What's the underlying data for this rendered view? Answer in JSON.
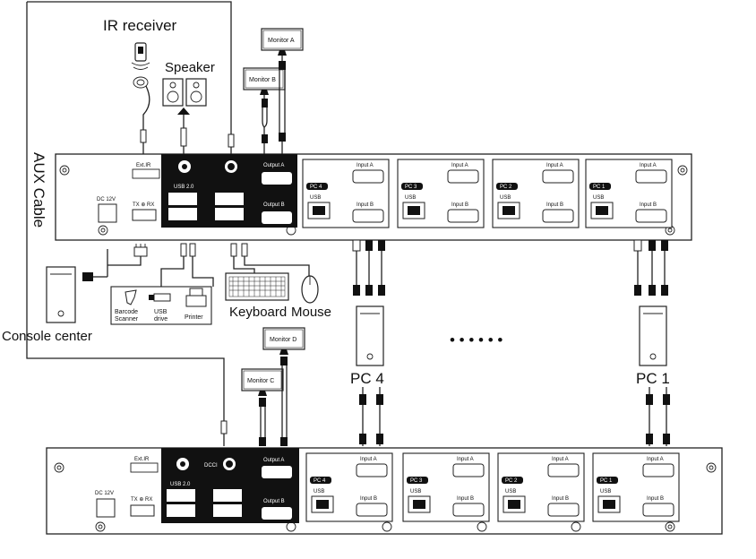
{
  "colors": {
    "line": "#222222",
    "black_block": "#111111",
    "background": "#ffffff"
  },
  "labels": {
    "ir_receiver": "IR receiver",
    "speaker": "Speaker",
    "aux_cable": "AUX Cable",
    "console_center": "Console center",
    "barcode_scanner_1": "Barcode",
    "barcode_scanner_2": "Scanner",
    "usb_drive_1": "USB",
    "usb_drive_2": "drive",
    "printer": "Printer",
    "keyboard": "Keyboard",
    "mouse": "Mouse",
    "pc4": "PC 4",
    "pc1": "PC 1",
    "dots": "• • • • • •",
    "monitor_a": "Monitor A",
    "monitor_b": "Monitor B",
    "monitor_c": "Monitor C",
    "monitor_d": "Monitor D"
  },
  "kvm": {
    "ext_ir": "Ext.IR",
    "dcci": "DCCI",
    "dc12v": "DC 12V",
    "txrx": "TX ⊕ RX",
    "usb20": "USB 2.0",
    "output_a": "Output A",
    "output_b": "Output B",
    "input_a": "Input A",
    "input_b": "Input B",
    "usb": "USB",
    "pc_tags": [
      "PC 4",
      "PC 3",
      "PC 2",
      "PC 1"
    ]
  },
  "icons": [
    "ir-receiver-icon",
    "speaker-icon",
    "monitor-icon",
    "console-pc-icon",
    "barcode-scanner-icon",
    "usb-drive-icon",
    "printer-icon",
    "keyboard-icon",
    "mouse-icon",
    "pc-tower-icon",
    "usb-cable-icon",
    "hdmi-cable-icon",
    "audio-jack-icon"
  ]
}
